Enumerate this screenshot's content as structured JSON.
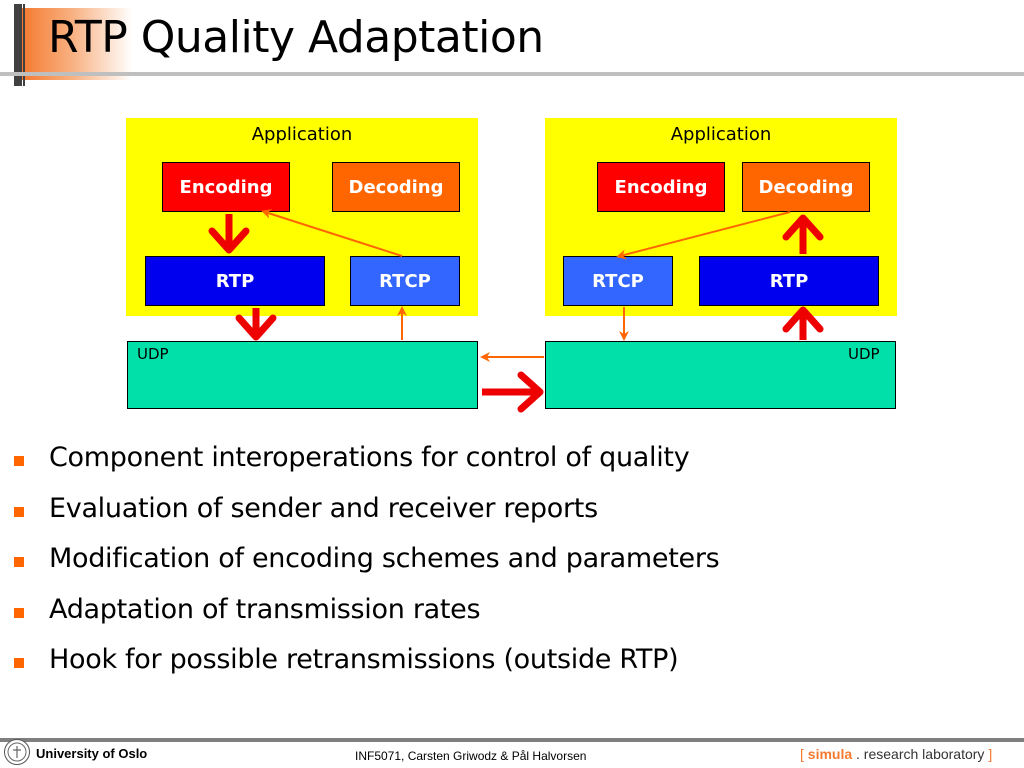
{
  "title": "RTP Quality Adaptation",
  "diagram": {
    "left": {
      "application_label": "Application",
      "encoding": "Encoding",
      "decoding": "Decoding",
      "rtp": "RTP",
      "rtcp": "RTCP",
      "udp": "UDP"
    },
    "right": {
      "application_label": "Application",
      "encoding": "Encoding",
      "decoding": "Decoding",
      "rtp": "RTP",
      "rtcp": "RTCP",
      "udp": "UDP"
    },
    "colors": {
      "application": "#ffff00",
      "encoding": "#ff0000",
      "decoding": "#ff6600",
      "rtp": "#0000ee",
      "rtcp": "#3366ff",
      "udp": "#00e0a8",
      "data_arrow": "#ee0000",
      "control_arrow": "#ff6600"
    }
  },
  "bullets": [
    "Component interoperations for control of quality",
    "Evaluation of sender and receiver reports",
    "Modification of encoding schemes and parameters",
    "Adaptation of transmission rates",
    "Hook for possible retransmissions (outside RTP)"
  ],
  "footer": {
    "university": "University of Oslo",
    "course": "INF5071, Carsten Griwodz & Pål Halvorsen",
    "lab_open": "[",
    "lab_simula": "simula",
    "lab_rest": ". research laboratory",
    "lab_close": "]"
  }
}
